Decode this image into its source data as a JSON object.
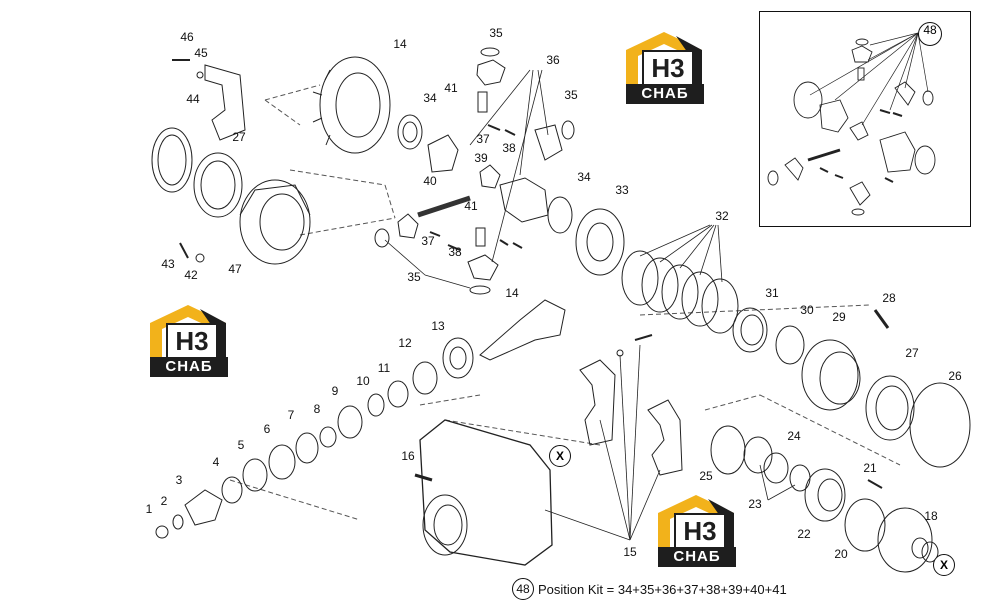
{
  "brand": {
    "name": "H3",
    "sub": "СНАБ",
    "color_primary": "#f2b21b",
    "color_dark": "#1e1e1e"
  },
  "labels": [
    "1",
    "2",
    "3",
    "4",
    "5",
    "6",
    "7",
    "8",
    "9",
    "10",
    "11",
    "12",
    "13",
    "14",
    "14",
    "15",
    "16",
    "18",
    "20",
    "21",
    "22",
    "23",
    "24",
    "25",
    "26",
    "27",
    "27",
    "28",
    "29",
    "30",
    "31",
    "32",
    "33",
    "34",
    "34",
    "35",
    "35",
    "35",
    "36",
    "37",
    "37",
    "38",
    "38",
    "39",
    "40",
    "41",
    "41",
    "42",
    "43",
    "44",
    "45",
    "46",
    "47"
  ],
  "x_marker": "X",
  "kit": {
    "number": "48",
    "text": "Position Kit = 34+35+36+37+38+39+40+41"
  },
  "inset": {
    "number": "48"
  }
}
